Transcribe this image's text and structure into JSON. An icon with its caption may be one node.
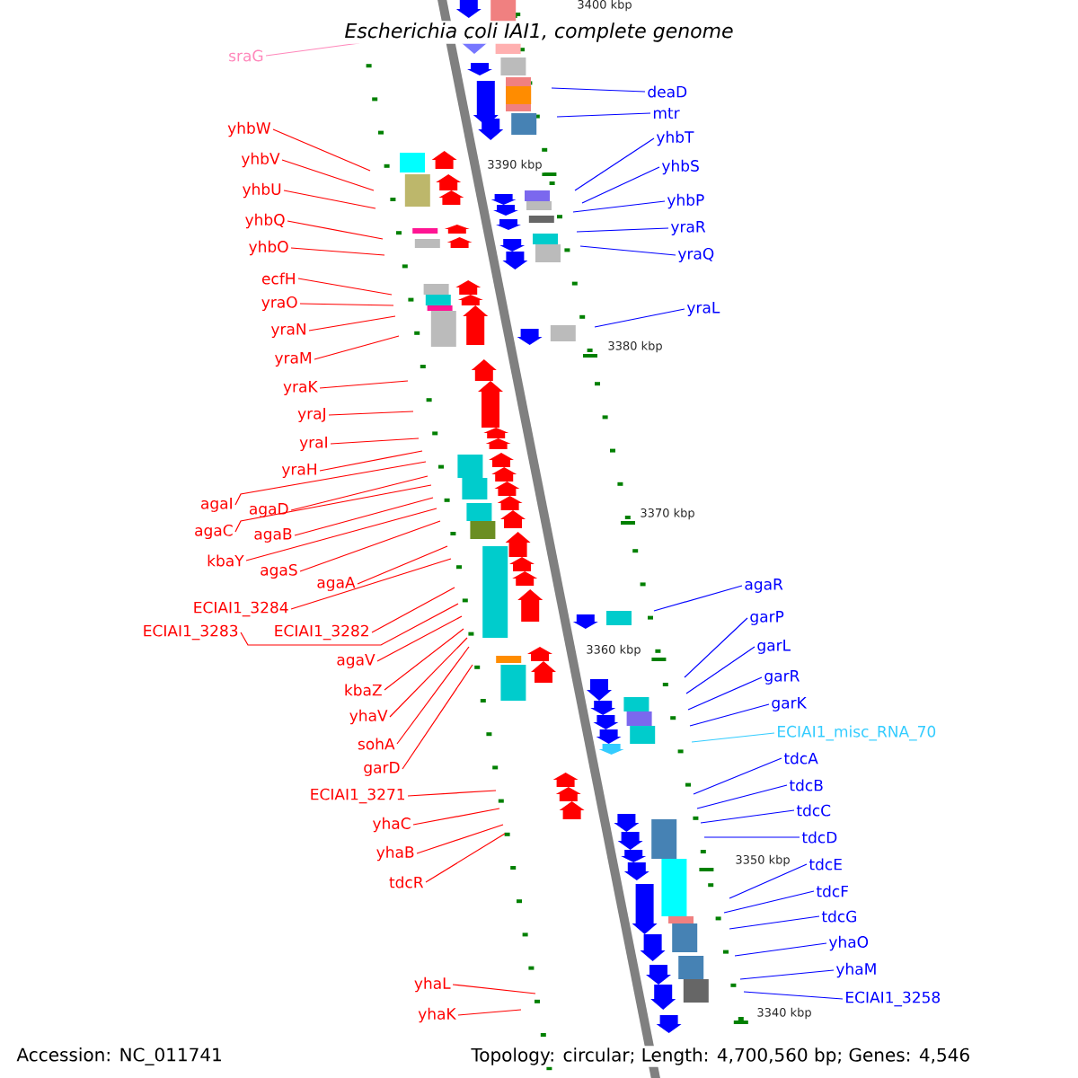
{
  "diagram": {
    "title": "Escherichia coli IAI1, complete genome",
    "nodes": [
      {
        "text": [
          "sraG"
        ]
      },
      {
        "text": [
          "yhbW"
        ]
      },
      {
        "text": [
          "yhbV"
        ]
      },
      {
        "text": [
          "yhbU"
        ]
      },
      {
        "text": [
          "yhbQ"
        ]
      },
      {
        "text": [
          "yhbO"
        ]
      },
      {
        "text": [
          "ecfH"
        ]
      },
      {
        "text": [
          "yraO"
        ]
      },
      {
        "text": [
          "yraN"
        ]
      },
      {
        "text": [
          "yraM"
        ]
      },
      {
        "text": [
          "yraK"
        ]
      },
      {
        "text": [
          "yraJ"
        ]
      },
      {
        "text": [
          "yraI"
        ]
      },
      {
        "text": [
          "yraH"
        ]
      },
      {
        "text": [
          "agaI"
        ]
      },
      {
        "text": [
          "agaD"
        ]
      },
      {
        "text": [
          "agaC"
        ]
      },
      {
        "text": [
          "agaB"
        ]
      },
      {
        "text": [
          "kbaY"
        ]
      },
      {
        "text": [
          "agaS"
        ]
      },
      {
        "text": [
          "agaA"
        ]
      },
      {
        "text": [
          "ECIAI1_3284"
        ]
      },
      {
        "text": [
          "ECIAI1_3283"
        ]
      },
      {
        "text": [
          "ECIAI1_3282"
        ]
      },
      {
        "text": [
          "agaV"
        ]
      },
      {
        "text": [
          "kbaZ"
        ]
      },
      {
        "text": [
          "yhaV"
        ]
      },
      {
        "text": [
          "sohA"
        ]
      },
      {
        "text": [
          "garD"
        ]
      },
      {
        "text": [
          "ECIAI1_3271"
        ]
      },
      {
        "text": [
          "yhaC"
        ]
      },
      {
        "text": [
          "yhaB"
        ]
      },
      {
        "text": [
          "tdcR"
        ]
      },
      {
        "text": [
          "yhaL"
        ]
      },
      {
        "text": [
          "yhaK"
        ]
      },
      {
        "text": [
          "deaD"
        ]
      },
      {
        "text": [
          "mtr"
        ]
      },
      {
        "text": [
          "yhbT"
        ]
      },
      {
        "text": [
          "yhbS"
        ]
      },
      {
        "text": [
          "yhbP"
        ]
      },
      {
        "text": [
          "yraR"
        ]
      },
      {
        "text": [
          "yraQ"
        ]
      },
      {
        "text": [
          "yraL"
        ]
      },
      {
        "text": [
          "agaR"
        ]
      },
      {
        "text": [
          "garP"
        ]
      },
      {
        "text": [
          "garL"
        ]
      },
      {
        "text": [
          "garR"
        ]
      },
      {
        "text": [
          "garK"
        ]
      },
      {
        "text": [
          "ECIAI1_misc_RNA_70"
        ]
      },
      {
        "text": [
          "tdcA"
        ]
      },
      {
        "text": [
          "tdcB"
        ]
      },
      {
        "text": [
          "tdcC"
        ]
      },
      {
        "text": [
          "tdcD"
        ]
      },
      {
        "text": [
          "tdcE"
        ]
      },
      {
        "text": [
          "tdcF"
        ]
      },
      {
        "text": [
          "tdcG"
        ]
      },
      {
        "text": [
          "yhaO"
        ]
      },
      {
        "text": [
          "yhaM"
        ]
      },
      {
        "text": [
          "ECIAI1_3258"
        ]
      }
    ],
    "edges": [
      {
        "from": 0,
        "to": null,
        "arrow": "none",
        "color": "#ff88bb"
      },
      {
        "from": 1,
        "to": null,
        "arrow": "none"
      },
      {
        "from": 2,
        "to": null,
        "arrow": "none"
      },
      {
        "from": 3,
        "to": null,
        "arrow": "none"
      },
      {
        "from": 4,
        "to": null,
        "arrow": "none"
      },
      {
        "from": 5,
        "to": null,
        "arrow": "none"
      },
      {
        "from": 6,
        "to": null,
        "arrow": "none"
      },
      {
        "from": 7,
        "to": null,
        "arrow": "none"
      },
      {
        "from": 8,
        "to": null,
        "arrow": "none"
      },
      {
        "from": 9,
        "to": null,
        "arrow": "none"
      },
      {
        "from": 10,
        "to": null,
        "arrow": "none"
      },
      {
        "from": 11,
        "to": null,
        "arrow": "none"
      },
      {
        "from": 12,
        "to": null,
        "arrow": "none"
      },
      {
        "from": 13,
        "to": null,
        "arrow": "none"
      },
      {
        "from": 14,
        "to": null,
        "arrow": "none"
      },
      {
        "from": 15,
        "to": null,
        "arrow": "none"
      },
      {
        "from": 16,
        "to": null,
        "arrow": "none"
      },
      {
        "from": 17,
        "to": null,
        "arrow": "none"
      },
      {
        "from": 18,
        "to": null,
        "arrow": "none"
      },
      {
        "from": 19,
        "to": null,
        "arrow": "none"
      },
      {
        "from": 20,
        "to": null,
        "arrow": "none"
      },
      {
        "from": 21,
        "to": null,
        "arrow": "none"
      },
      {
        "from": 22,
        "to": null,
        "arrow": "none"
      },
      {
        "from": 23,
        "to": null,
        "arrow": "none"
      },
      {
        "from": 24,
        "to": null,
        "arrow": "none"
      },
      {
        "from": 25,
        "to": null,
        "arrow": "none"
      },
      {
        "from": 26,
        "to": null,
        "arrow": "none"
      },
      {
        "from": 27,
        "to": null,
        "arrow": "none"
      },
      {
        "from": 28,
        "to": null,
        "arrow": "none"
      },
      {
        "from": 29,
        "to": null,
        "arrow": "none"
      },
      {
        "from": 30,
        "to": null,
        "arrow": "none"
      },
      {
        "from": 31,
        "to": null,
        "arrow": "none"
      },
      {
        "from": 32,
        "to": null,
        "arrow": "none"
      },
      {
        "from": 33,
        "to": null,
        "arrow": "none"
      },
      {
        "from": 34,
        "to": null,
        "arrow": "none"
      },
      {
        "from": 35,
        "to": null,
        "arrow": "none",
        "color": "#0000ff"
      },
      {
        "from": 36,
        "to": null,
        "arrow": "none",
        "color": "#0000ff"
      },
      {
        "from": 37,
        "to": null,
        "arrow": "none",
        "color": "#0000ff"
      },
      {
        "from": 38,
        "to": null,
        "arrow": "none",
        "color": "#0000ff"
      },
      {
        "from": 39,
        "to": null,
        "arrow": "none",
        "color": "#0000ff"
      },
      {
        "from": 40,
        "to": null,
        "arrow": "none",
        "color": "#0000ff"
      },
      {
        "from": 41,
        "to": null,
        "arrow": "none",
        "color": "#0000ff"
      },
      {
        "from": 42,
        "to": null,
        "arrow": "none",
        "color": "#0000ff"
      },
      {
        "from": 43,
        "to": null,
        "arrow": "none",
        "color": "#0000ff"
      },
      {
        "from": 44,
        "to": null,
        "arrow": "none",
        "color": "#0000ff"
      },
      {
        "from": 45,
        "to": null,
        "arrow": "none",
        "color": "#0000ff"
      },
      {
        "from": 46,
        "to": null,
        "arrow": "none",
        "color": "#0000ff"
      },
      {
        "from": 47,
        "to": null,
        "arrow": "none",
        "color": "#0000ff"
      },
      {
        "from": 48,
        "to": null,
        "arrow": "none",
        "color": "#33ccff"
      },
      {
        "from": 49,
        "to": null,
        "arrow": "none",
        "color": "#0000ff"
      },
      {
        "from": 50,
        "to": null,
        "arrow": "none",
        "color": "#0000ff"
      },
      {
        "from": 51,
        "to": null,
        "arrow": "none",
        "color": "#0000ff"
      },
      {
        "from": 52,
        "to": null,
        "arrow": "none",
        "color": "#0000ff"
      },
      {
        "from": 53,
        "to": null,
        "arrow": "none",
        "color": "#0000ff"
      },
      {
        "from": 54,
        "to": null,
        "arrow": "none",
        "color": "#0000ff"
      },
      {
        "from": 55,
        "to": null,
        "arrow": "none",
        "color": "#0000ff"
      },
      {
        "from": 56,
        "to": null,
        "arrow": "none",
        "color": "#0000ff"
      },
      {
        "from": 57,
        "to": null,
        "arrow": "none",
        "color": "#0000ff"
      },
      {
        "from": 58,
        "to": null,
        "arrow": "none",
        "color": "#0000ff"
      }
    ],
    "labels": [
      "3400 kbp",
      "3390 kbp",
      "3380 kbp",
      "3370 kbp",
      "3360 kbp",
      "3350 kbp",
      "3340 kbp",
      "Accession: NC_011741",
      "Topology: circular; Length: 4,700,560 bp; Genes: 4,546"
    ]
  }
}
